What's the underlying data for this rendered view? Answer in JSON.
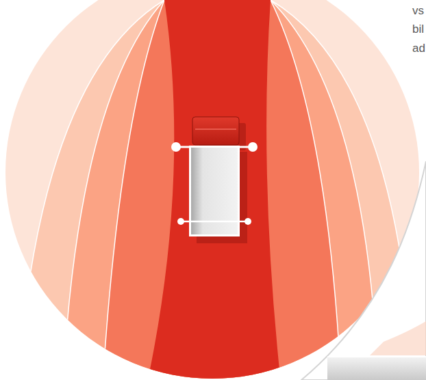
{
  "diagram": {
    "labels": [
      "vs",
      "bil",
      "ad"
    ]
  }
}
